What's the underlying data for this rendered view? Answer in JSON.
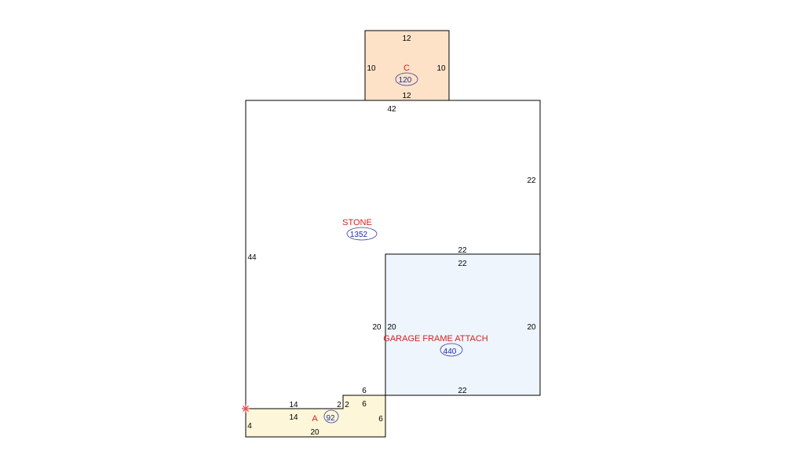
{
  "colors": {
    "outline": "#000000",
    "label": "#d62020",
    "area_text": "#1a2aa8",
    "area_ellipse": "#3a3a9a",
    "stone_fill": "#ffffff",
    "garage_fill": "#eef5fd",
    "c_fill": "#fde2c8",
    "a_fill": "#fdf6d8",
    "start_marker": "#e0555a"
  },
  "start_marker_icon": "asterisk-icon",
  "areas": {
    "c": {
      "label": "C",
      "area": "120",
      "dims": {
        "top": "12",
        "bottom": "12",
        "left": "10",
        "right": "10"
      }
    },
    "stone": {
      "label": "STONE",
      "area": "1352",
      "dims": {
        "top": "42",
        "right": "22",
        "left": "44",
        "inner_top": "22",
        "inner_left": "20",
        "step_top": "6",
        "step_left": "2",
        "ledge": "14"
      }
    },
    "garage": {
      "label": "GARAGE FRAME ATTACH",
      "area": "440",
      "dims": {
        "top": "22",
        "left": "20",
        "right": "20",
        "bottom": "22"
      }
    },
    "a": {
      "label": "A",
      "area": "92",
      "dims": {
        "top": "14",
        "step": "2",
        "step_top": "6",
        "right": "6",
        "bottom": "20",
        "left": "4"
      }
    }
  }
}
